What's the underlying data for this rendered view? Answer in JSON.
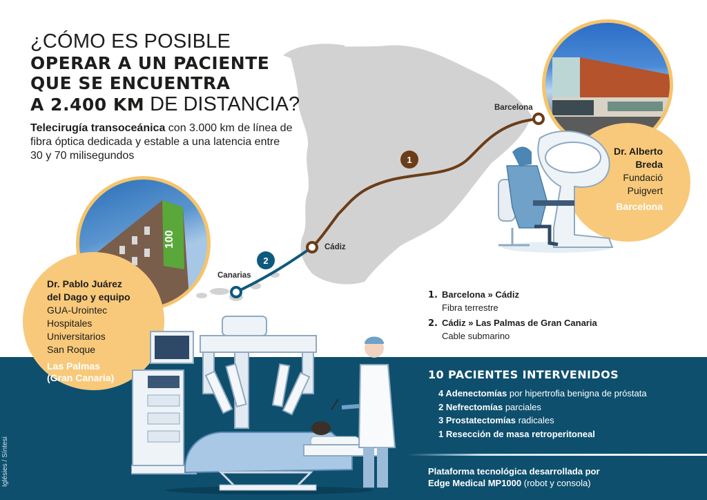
{
  "title": {
    "line1": "¿CÓMO ES POSIBLE",
    "line2": "OPERAR A UN PACIENTE",
    "line3": "QUE SE ENCUENTRA",
    "line4_bold": "A 2.400 KM",
    "line4_rest": " DE DISTANCIA?"
  },
  "subtitle": {
    "bold": "Telecirugía transoceánica",
    "rest": " con 3.000 km de línea de fibra óptica dedicada y estable a una latencia entre 30 y 70 milisegundos"
  },
  "map": {
    "labels": {
      "barcelona": "Barcelona",
      "cadiz": "Cádiz",
      "canarias": "Canarias"
    },
    "badges": [
      "1",
      "2"
    ],
    "colors": {
      "land": "#d2d2d2",
      "route1": "#6b3d18",
      "route2": "#0e5a7c"
    }
  },
  "barcelona_card": {
    "name": "Dr. Alberto Breda",
    "name_line1": "Dr. Alberto",
    "name_line2": "Breda",
    "institution_line1": "Fundació",
    "institution_line2": "Puigvert",
    "city": "Barcelona"
  },
  "laspalmas_card": {
    "name_line1": "Dr. Pablo Juárez",
    "name_line2": "del Dago y equipo",
    "institution_lines": [
      "GUA-Urointec",
      "Hospitales",
      "Universitarios",
      "San Roque"
    ],
    "city_line1": "Las Palmas",
    "city_line2": "(Gran Canaria)"
  },
  "legend": [
    {
      "num": "1.",
      "route": "Barcelona » Cádiz",
      "desc": "Fibra terrestre"
    },
    {
      "num": "2.",
      "route": "Cádiz » Las Palmas de Gran Canaria",
      "desc": "Cable submarino"
    }
  ],
  "patients": {
    "heading": "10 PACIENTES INTERVENIDOS",
    "items": [
      {
        "bold": "4 Adenectomías",
        "rest": " por hipertrofia benigna de próstata"
      },
      {
        "bold": "2 Nefrectomías",
        "rest": " parciales"
      },
      {
        "bold": "3 Prostatectomías",
        "rest": " radicales"
      },
      {
        "bold": "1 Resección de masa retroperitoneal",
        "rest": ""
      }
    ]
  },
  "platform": {
    "line1": "Plataforma tecnológica desarrollada por",
    "line2_bold": "Edge Medical MP1000",
    "line2_rest": " (robot y consola)"
  },
  "credit": "Iglésies / Síntesi",
  "colors": {
    "band": "#0e4f6e",
    "accent_yellow": "#f8c97a",
    "circle_border": "#f5c46b"
  }
}
